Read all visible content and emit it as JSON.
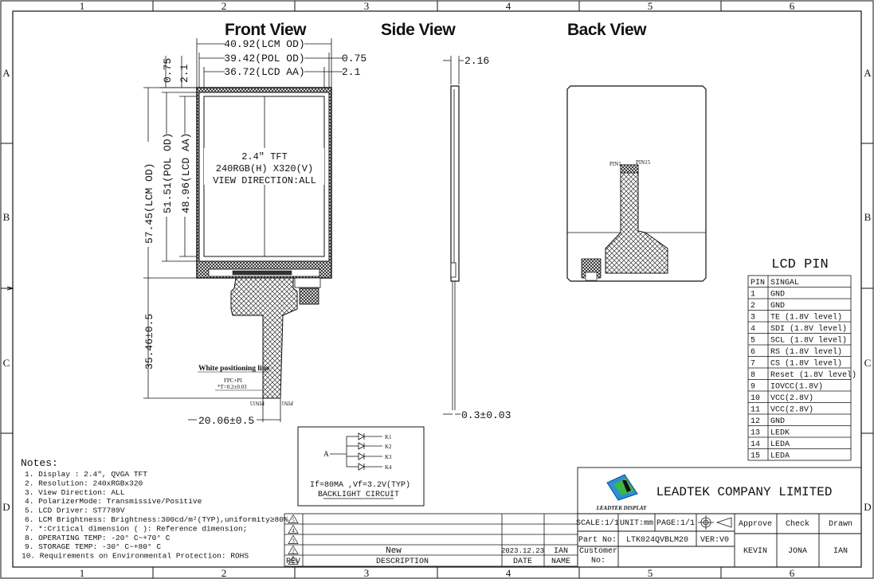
{
  "frame": {
    "columns": [
      "1",
      "2",
      "3",
      "4",
      "5",
      "6"
    ],
    "rows": [
      "A",
      "B",
      "C",
      "D"
    ]
  },
  "views": {
    "front": "Front View",
    "side": "Side View",
    "back": "Back View"
  },
  "front_dims": {
    "lcm_od_w": "40.92(LCM OD)",
    "pol_od_w": "39.42(POL OD)",
    "lcd_aa_w": "36.72(LCD AA)",
    "off_left_a": "0.75",
    "off_left_b": "2.1",
    "off_right_a": "0.75",
    "off_right_b": "2.1",
    "lcm_od_h": "57.45(LCM OD)",
    "pol_od_h": "51.51(POL OD)",
    "lcd_aa_h": "48.96(LCD AA)",
    "fpc_len": "35.46±0.5",
    "fpc_w": "20.06±0.5",
    "white_line": "White positioning line",
    "fpc_pi": "FPC+PI",
    "fpc_thk": "*T=0.2±0.03",
    "pin15": "PIN15",
    "pin1": "PIN1"
  },
  "screen": {
    "size": "2.4\" TFT",
    "res": "240RGB(H) X320(V)",
    "view": "VIEW DIRECTION:ALL"
  },
  "side_dims": {
    "thickness": "2.16",
    "fpc_thk": "0.3±0.03"
  },
  "back_labels": {
    "pin1": "PIN1",
    "pin15": "PIN15"
  },
  "backlight": {
    "anode": "A",
    "cathodes": [
      "K1",
      "K2",
      "K3",
      "K4"
    ],
    "spec": "If=80MA ,Vf=3.2V(TYP)",
    "title": "BACKLIGHT CIRCUIT"
  },
  "lcd_pin": {
    "title": "LCD PIN",
    "headers": [
      "PIN",
      "SINGAL"
    ],
    "rows": [
      [
        "1",
        "GND"
      ],
      [
        "2",
        "GND"
      ],
      [
        "3",
        "TE (1.8V level)"
      ],
      [
        "4",
        "SDI (1.8V level)"
      ],
      [
        "5",
        "SCL (1.8V level)"
      ],
      [
        "6",
        "RS (1.8V level)"
      ],
      [
        "7",
        "CS (1.8V level)"
      ],
      [
        "8",
        "Reset (1.8V level)"
      ],
      [
        "9",
        "IOVCC(1.8V)"
      ],
      [
        "10",
        "VCC(2.8V)"
      ],
      [
        "11",
        "VCC(2.8V)"
      ],
      [
        "12",
        "GND"
      ],
      [
        "13",
        "LEDK"
      ],
      [
        "14",
        "LEDA"
      ],
      [
        "15",
        "LEDA"
      ]
    ]
  },
  "notes": {
    "title": "Notes:",
    "items": [
      "1. Display : 2.4\", QVGA TFT",
      "2. Resolution: 240xRGBx320",
      "3. View Direction: ALL",
      "4. PolarizerMode: Transmissive/Positive",
      "5. LCD Driver: ST7789V",
      "6. LCM Brightness: Brightness:300cd/m²(TYP),uniformity≥80%",
      "7. *:Critical dimension  ( ): Reference dimension;",
      "8. OPERATING TEMP: -20° C~+70° C",
      "9. STORAGE TEMP: -30° C~+80° C",
      "10. Requirements on Environmental Protection: ROHS"
    ]
  },
  "revision": {
    "marks": [
      "5",
      "4",
      "3",
      "2",
      "1"
    ],
    "rev_header": "REV",
    "desc_header": "DESCRIPTION",
    "date_header": "DATE",
    "name_header": "NAME",
    "desc": "New",
    "date": "2023.12.23",
    "name": "IAN"
  },
  "title_block": {
    "logo_text": "LEADTEK DISPLAY",
    "company": "LEADTEK COMPANY LIMITED",
    "scale": "SCALE:1/1",
    "unit": "UNIT:mm",
    "page": "PAGE:1/1",
    "part_label": "Part No:",
    "part_no": "LTK024QVBLM20",
    "ver": "VER:V0",
    "customer": "Customer No:",
    "approve": "Approve",
    "check": "Check",
    "drawn": "Drawn",
    "approve_name": "KEVIN",
    "check_name": "JONA",
    "drawn_name": "IAN"
  }
}
